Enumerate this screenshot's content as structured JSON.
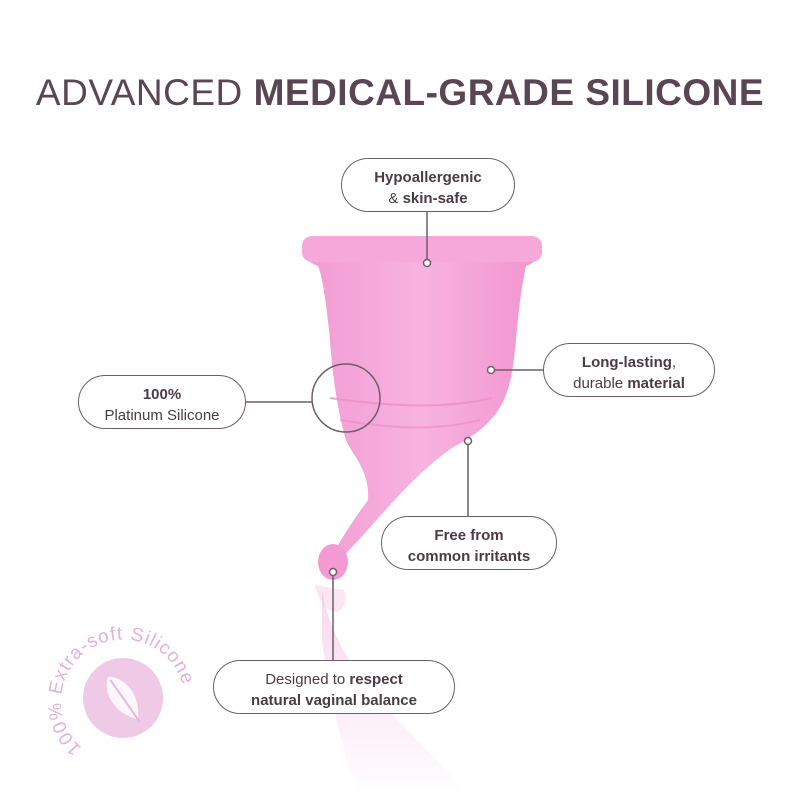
{
  "heading": {
    "light": "ADVANCED",
    "bold": "MEDICAL-GRADE SILICONE"
  },
  "callouts": {
    "hypoallergenic": {
      "line1": "Hypoallergenic",
      "line2_pre": "& ",
      "line2_bold": "skin-safe"
    },
    "long_lasting": {
      "line1_bold": "Long-lasting",
      "line1_post": ",",
      "line2_pre": "durable ",
      "line2_bold": "material"
    },
    "platinum": {
      "line1_bold": "100%",
      "line2": "Platinum Silicone"
    },
    "free_from": {
      "line1_bold": "Free from",
      "line2_bold": "common irritants"
    },
    "respect": {
      "line1_pre": "Designed to ",
      "line1_bold": "respect",
      "line2_bold": "natural vaginal balance"
    }
  },
  "badge": {
    "text": "100% Extra-soft Silicone",
    "icon": "feather-icon"
  },
  "colors": {
    "cup": "#f59fd6",
    "cup_dark": "#ee8cc8",
    "heading": "#5a4552",
    "outline": "#6d5e68",
    "badge": "#e8b8dd"
  }
}
